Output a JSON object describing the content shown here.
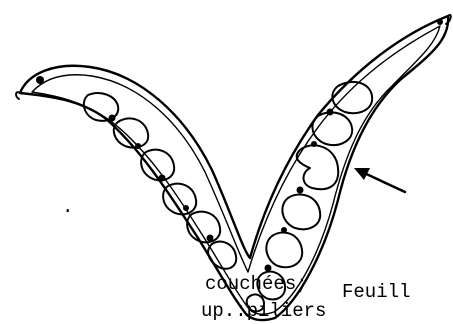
{
  "document": {
    "fragments": {
      "dot": ".",
      "line1": "couchées;",
      "line2": "up.:piliers",
      "side_label": "Feuill"
    }
  },
  "figure": {
    "subject": "leaf-cross-section-drawing",
    "colors": {
      "ink": "#000000",
      "paper": "#ffffff"
    }
  }
}
